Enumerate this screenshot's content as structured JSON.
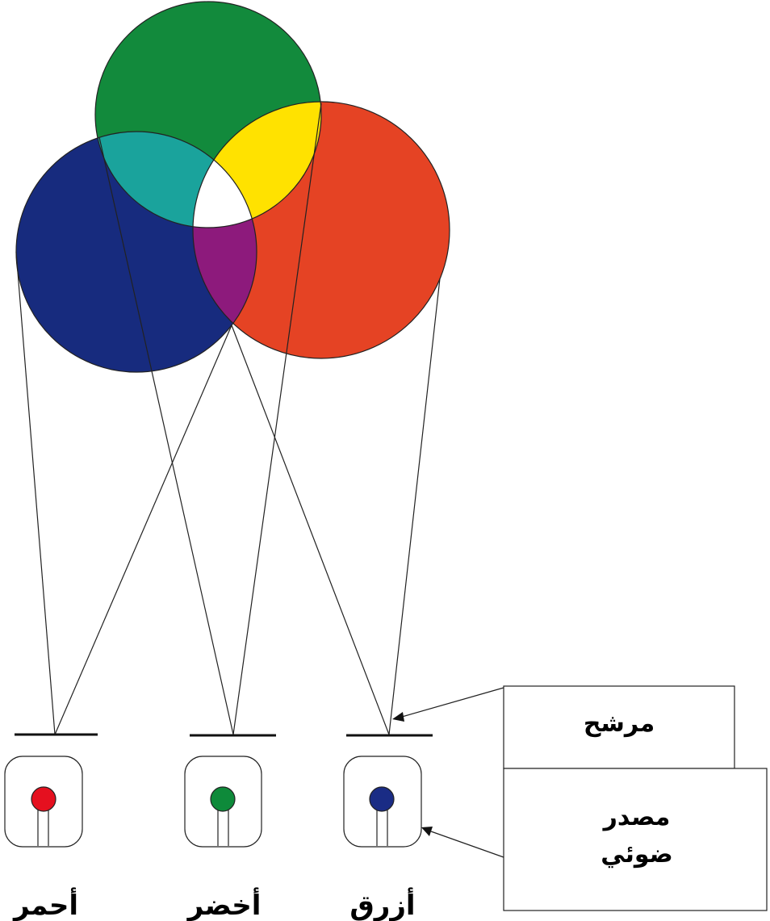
{
  "lamps": [
    {
      "label": "أحمر",
      "color": "#e5101f"
    },
    {
      "label": "أخضر",
      "color": "#0e8a3a"
    },
    {
      "label": "أزرق",
      "color": "#1a2c85"
    }
  ],
  "callouts": {
    "filter": "مرشح",
    "light_source_line1": "مصدر",
    "light_source_line2": "ضوئي"
  },
  "colors": {
    "red_circle": "#e54324",
    "green_circle": "#128a3c",
    "blue_circle": "#172b7e",
    "green_blue_overlap": "#1aa39c",
    "red_green_overlap": "#ffe200",
    "red_blue_overlap": "#8d1a7c",
    "center_overlap": "#ffffff"
  }
}
